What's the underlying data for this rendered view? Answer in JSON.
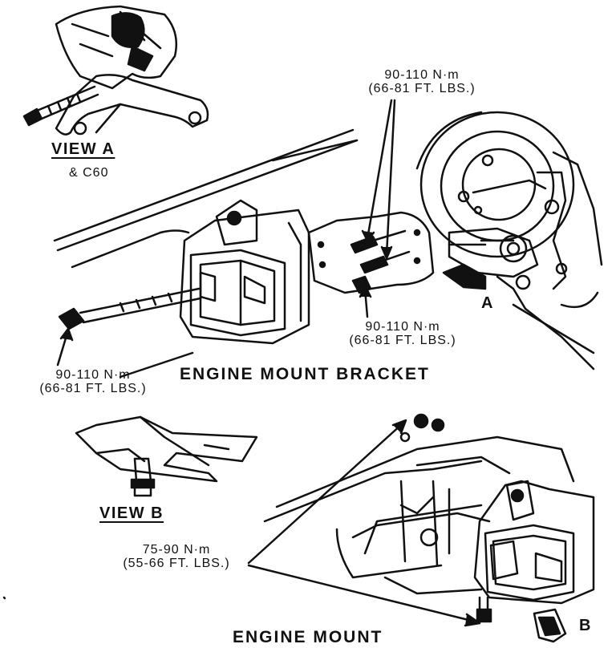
{
  "labels": {
    "view_a": "VIEW A",
    "view_a_sub": "& C60",
    "view_b": "VIEW B",
    "callout_a": "A",
    "callout_b": "B",
    "engine_mount_bracket": "ENGINE MOUNT BRACKET",
    "engine_mount": "ENGINE MOUNT"
  },
  "torque_specs": {
    "top_right": {
      "metric": "90-110 N·m",
      "imperial": "(66-81 FT. LBS.)"
    },
    "middle_right": {
      "metric": "90-110 N·m",
      "imperial": "(66-81 FT. LBS.)"
    },
    "left": {
      "metric": "90-110 N·m",
      "imperial": "(66-81 FT. LBS.)"
    },
    "engine_mount": {
      "metric": "75-90 N·m",
      "imperial": "(55-66 FT. LBS.)"
    }
  },
  "colors": {
    "ink": "#111111",
    "paper": "#ffffff"
  }
}
